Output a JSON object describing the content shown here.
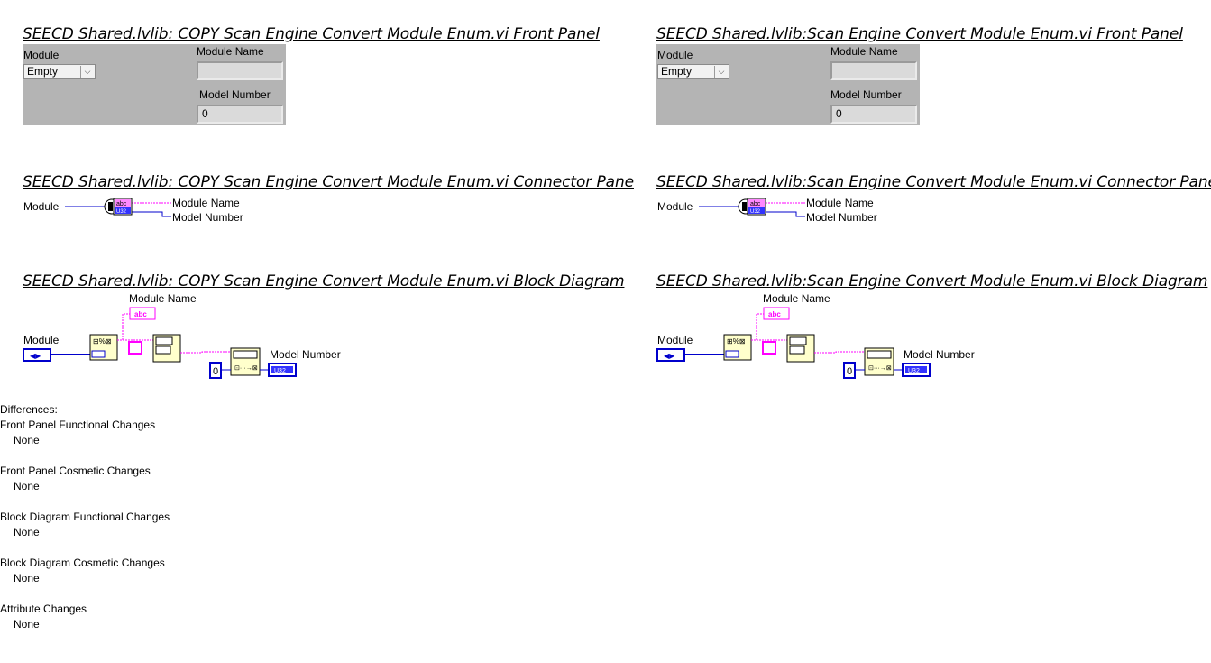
{
  "left": {
    "front_panel_title": "SEECD Shared.lvlib:  COPY  Scan Engine Convert Module Enum.vi Front Panel",
    "connector_pane_title": "SEECD Shared.lvlib:  COPY  Scan Engine Convert Module Enum.vi Connector Pane",
    "block_diagram_title": "SEECD Shared.lvlib:  COPY  Scan Engine Convert Module Enum.vi Block Diagram"
  },
  "right": {
    "front_panel_title": "SEECD Shared.lvlib:Scan Engine Convert Module Enum.vi Front Panel",
    "connector_pane_title": "SEECD Shared.lvlib:Scan Engine Convert Module Enum.vi Connector Pane",
    "block_diagram_title": "SEECD Shared.lvlib:Scan Engine Convert Module Enum.vi Block Diagram"
  },
  "front_panel": {
    "module_label": "Module",
    "module_value": "Empty",
    "module_name_label": "Module Name",
    "module_name_value": "",
    "model_number_label": "Model Number",
    "model_number_value": "0"
  },
  "connector": {
    "input_label": "Module",
    "output1_label": "Module Name",
    "output2_label": "Model Number"
  },
  "block_diagram": {
    "module_label": "Module",
    "module_name_label": "Module Name",
    "model_number_label": "Model Number",
    "constant_zero": "0",
    "u32_label": "U32",
    "abc_label": "abc"
  },
  "colors": {
    "panel_bg": "#b4b4b4",
    "string_wire": "#ff00ff",
    "enum_wire": "#0000cc",
    "numeric_wire": "#0000cc",
    "node_fill": "#ffffcc"
  },
  "differences": {
    "heading": "Differences:",
    "sections": [
      {
        "title": "Front Panel Functional Changes",
        "value": "None"
      },
      {
        "title": "Front Panel Cosmetic Changes",
        "value": "None"
      },
      {
        "title": "Block Diagram Functional Changes",
        "value": "None"
      },
      {
        "title": "Block Diagram Cosmetic Changes",
        "value": "None"
      },
      {
        "title": "Attribute Changes",
        "value": "None"
      }
    ]
  }
}
